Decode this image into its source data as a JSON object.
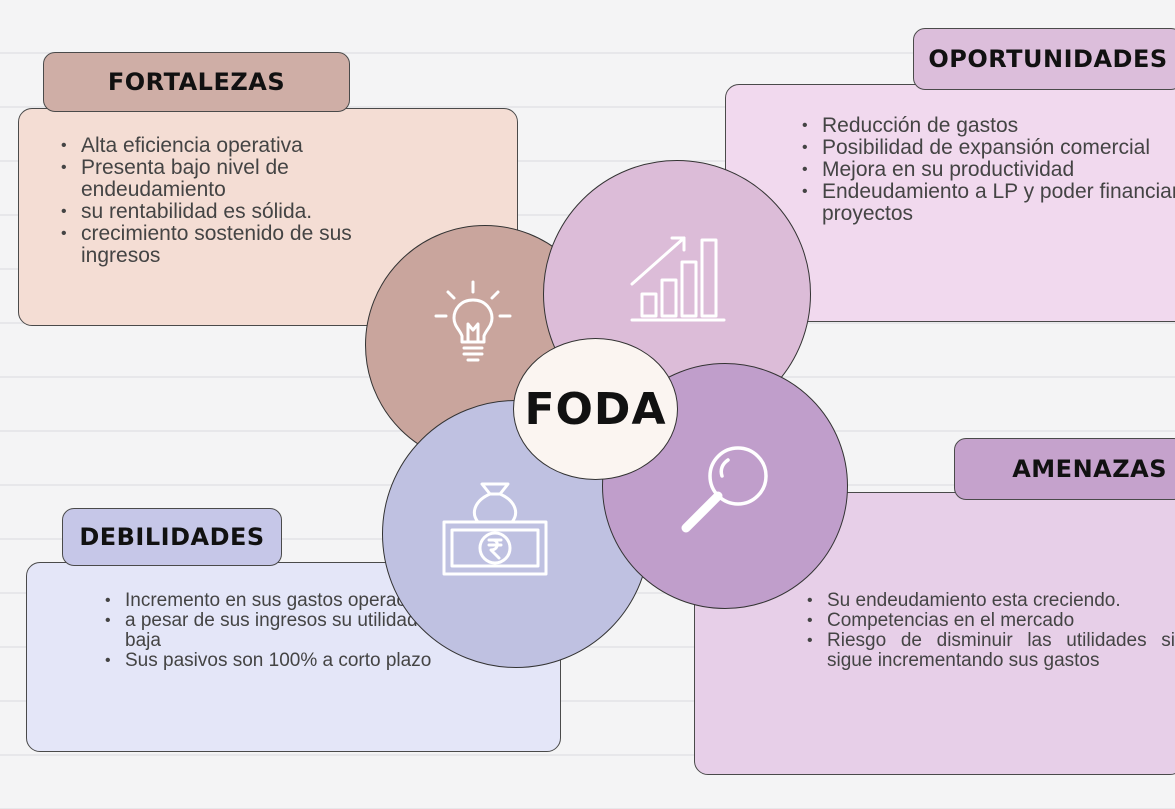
{
  "fortalezas": {
    "title": "FORTALEZAS",
    "items": [
      "Alta eficiencia operativa",
      "Presenta bajo nivel de endeudamiento",
      "su rentabilidad es sólida.",
      "crecimiento sostenido de sus ingresos"
    ]
  },
  "oportunidades": {
    "title": "OPORTUNIDADES",
    "items": [
      "Reducción de gastos",
      "Posibilidad de expansión comercial",
      "Mejora en su productividad",
      "Endeudamiento a LP y poder financiar proyectos"
    ]
  },
  "debilidades": {
    "title": "DEBILIDADES",
    "items": [
      "Incremento en sus gastos operacionales",
      "a pesar de sus ingresos su utilidad neta es baja",
      "Sus pasivos son 100% a corto plazo"
    ]
  },
  "amenazas": {
    "title": "AMENAZAS",
    "items": [
      "Su endeudamiento esta creciendo.",
      "Competencias en el mercado",
      "Riesgo de disminuir las utilidades si sigue incrementando sus gastos"
    ]
  },
  "center": {
    "label": "FODA"
  },
  "colors": {
    "fortalezas_box": "#f4ddd4",
    "fortalezas_header": "#cfaea6",
    "fortalezas_circle": "#c9a59d",
    "oportunidades_box": "#f1d9ee",
    "oportunidades_header": "#dcbedb",
    "oportunidades_circle": "#dcbcd8",
    "debilidades_box": "#e4e6f8",
    "debilidades_header": "#c6c7e8",
    "debilidades_circle": "#bfc1e1",
    "amenazas_box": "#e7cfe8",
    "amenazas_header": "#c5a2cc",
    "amenazas_circle": "#c09ecb",
    "center_circle": "#fbf5f1"
  },
  "icons": [
    "lightbulb-icon",
    "growth-chart-icon",
    "money-bag-icon",
    "magnifier-icon"
  ]
}
